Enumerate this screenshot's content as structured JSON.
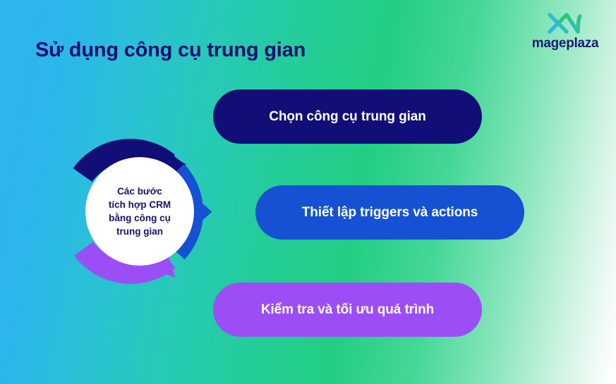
{
  "page": {
    "title": "Sử dụng công cụ trung gian",
    "background_gradient_from": "#2fb4ef",
    "background_gradient_mid": "#23ce82",
    "background_gradient_to": "#ffffff"
  },
  "logo": {
    "mark_name": "mageplaza-m-mark",
    "wordmark": "mageplaza",
    "wordmark_color": "#1b1b74",
    "mark_color_start": "#2bb7e8",
    "mark_color_end": "#2ecc71"
  },
  "diagram": {
    "center_label": "Các bước\ntích hợp CRM\nbằng công cụ\ntrung gian",
    "center_text_color": "#131369",
    "center_bg": "#ffffff",
    "segments": [
      {
        "name": "segment-1",
        "color": "#120e78",
        "label_ref": "step-1"
      },
      {
        "name": "segment-2",
        "color": "#1551d2",
        "label_ref": "step-2"
      },
      {
        "name": "segment-3",
        "color": "#9b4ef5",
        "label_ref": "step-3"
      }
    ]
  },
  "steps": [
    {
      "label": "Chọn công cụ trung gian",
      "color": "#120e78"
    },
    {
      "label": "Thiết lập triggers và actions",
      "color": "#1551d2"
    },
    {
      "label": "Kiểm tra và tối ưu quá trình",
      "color": "#9b4ef5"
    }
  ]
}
